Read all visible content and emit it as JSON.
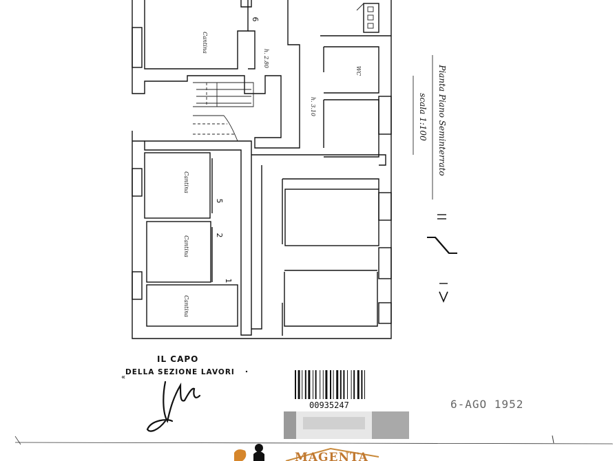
{
  "plan": {
    "title": "Pianta Piano Seminterrato",
    "scale": "scala 1:100",
    "north": "N"
  },
  "rooms": {
    "cantina_top": "Cantina",
    "cantina_a": "Cantina",
    "cantina_b": "Cantina",
    "cantina_c": "Cantina",
    "wc": "WC"
  },
  "heights": {
    "h1": "h. 2.80",
    "h2": "h. 3.10"
  },
  "numbers": {
    "n6": "6",
    "n5": "5",
    "n2": "2",
    "n1": "1"
  },
  "stamp": {
    "line1": "IL CAPO",
    "line2": "DELLA SEZIONE LAVORI"
  },
  "barcode": {
    "number": "00935247"
  },
  "date_stamp": "6-AGO 1952",
  "logo": {
    "text": "MAGENTA"
  }
}
